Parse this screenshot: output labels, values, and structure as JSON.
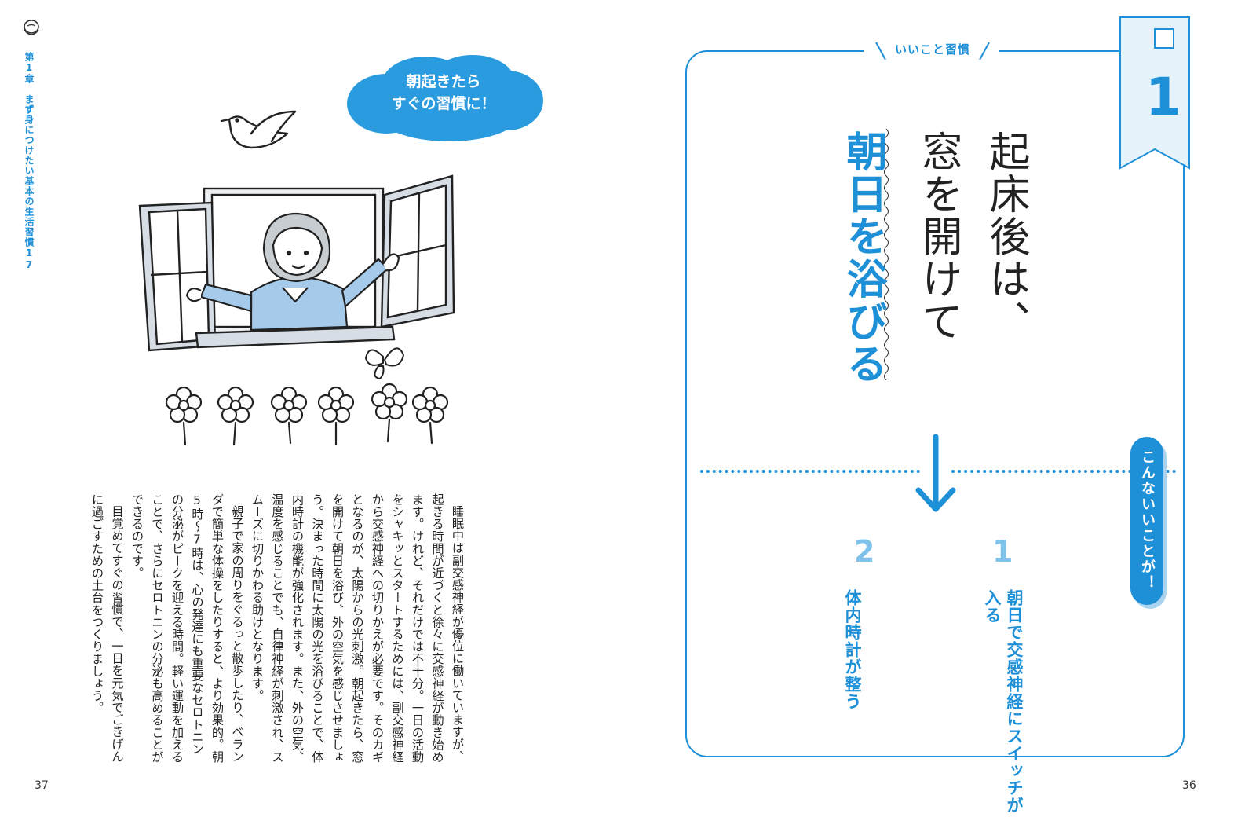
{
  "left_page": {
    "chapter_label": "第1章　まず身につけたい基本の生活習慣17",
    "cloud_lines": [
      "朝起きたら",
      "すぐの習慣に！"
    ],
    "body_paragraphs": [
      "睡眠中は副交感神経が優位に働いていますが、起きる時間が近づくと徐々に交感神経が動き始めます。けれど、それだけでは不十分。一日の活動をシャキッとスタートするためには、副交感神経から交感神経への切りかえが必要です。そのカギとなるのが、太陽からの光刺激。朝起きたら、窓を開けて朝日を浴び、外の空気を感じさせましょう。決まった時間に太陽の光を浴びることで、体内時計の機能が強化されます。また、外の空気、温度を感じることでも、自律神経が刺激され、スムーズに切りかわる助けとなります。",
      "親子で家の周りをぐるっと散歩したり、ベランダで簡単な体操をしたりすると、より効果的。朝5時〜7時は、心の発達にも重要なセロトニンの分泌がピークを迎える時間。軽い運動を加えることで、さらにセロトニンの分泌も高めることができるのです。",
      "目覚めてすぐの習慣で、一日を元気でごきげんに過ごすための土台をつくりましょう。"
    ],
    "page_number": "37"
  },
  "right_page": {
    "section_label": "いいこと習慣",
    "habit_number": "1",
    "title_lines": [
      "起床後は、",
      "窓を開けて",
      "朝日を浴びる"
    ],
    "good_points_label": "こんないいことが！",
    "benefits": [
      {
        "number": "1",
        "text": "朝日で交感神経にスイッチが入る"
      },
      {
        "number": "2",
        "text": "体内時計が整う"
      }
    ],
    "page_number": "36"
  },
  "colors": {
    "accent": "#1e90d8",
    "light_accent": "#7fc3ec",
    "ribbon_fill": "#e6f3fb"
  }
}
